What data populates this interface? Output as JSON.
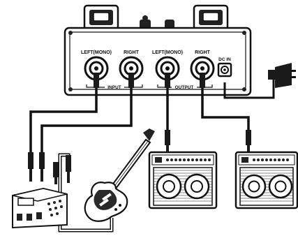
{
  "jack_labels": {
    "input_left": "LEFT(MONO)",
    "input_right": "RIGHT",
    "output_left": "LEFT(MONO)",
    "output_right": "RIGHT",
    "dc_in": "DC IN"
  },
  "group_labels": {
    "input": "INPUT",
    "output": "OUTPUT"
  },
  "icons": [
    "pedal-unit-icon",
    "power-adapter-icon",
    "multi-effects-pedal-icon",
    "electric-guitar-icon",
    "amplifier-icon"
  ]
}
